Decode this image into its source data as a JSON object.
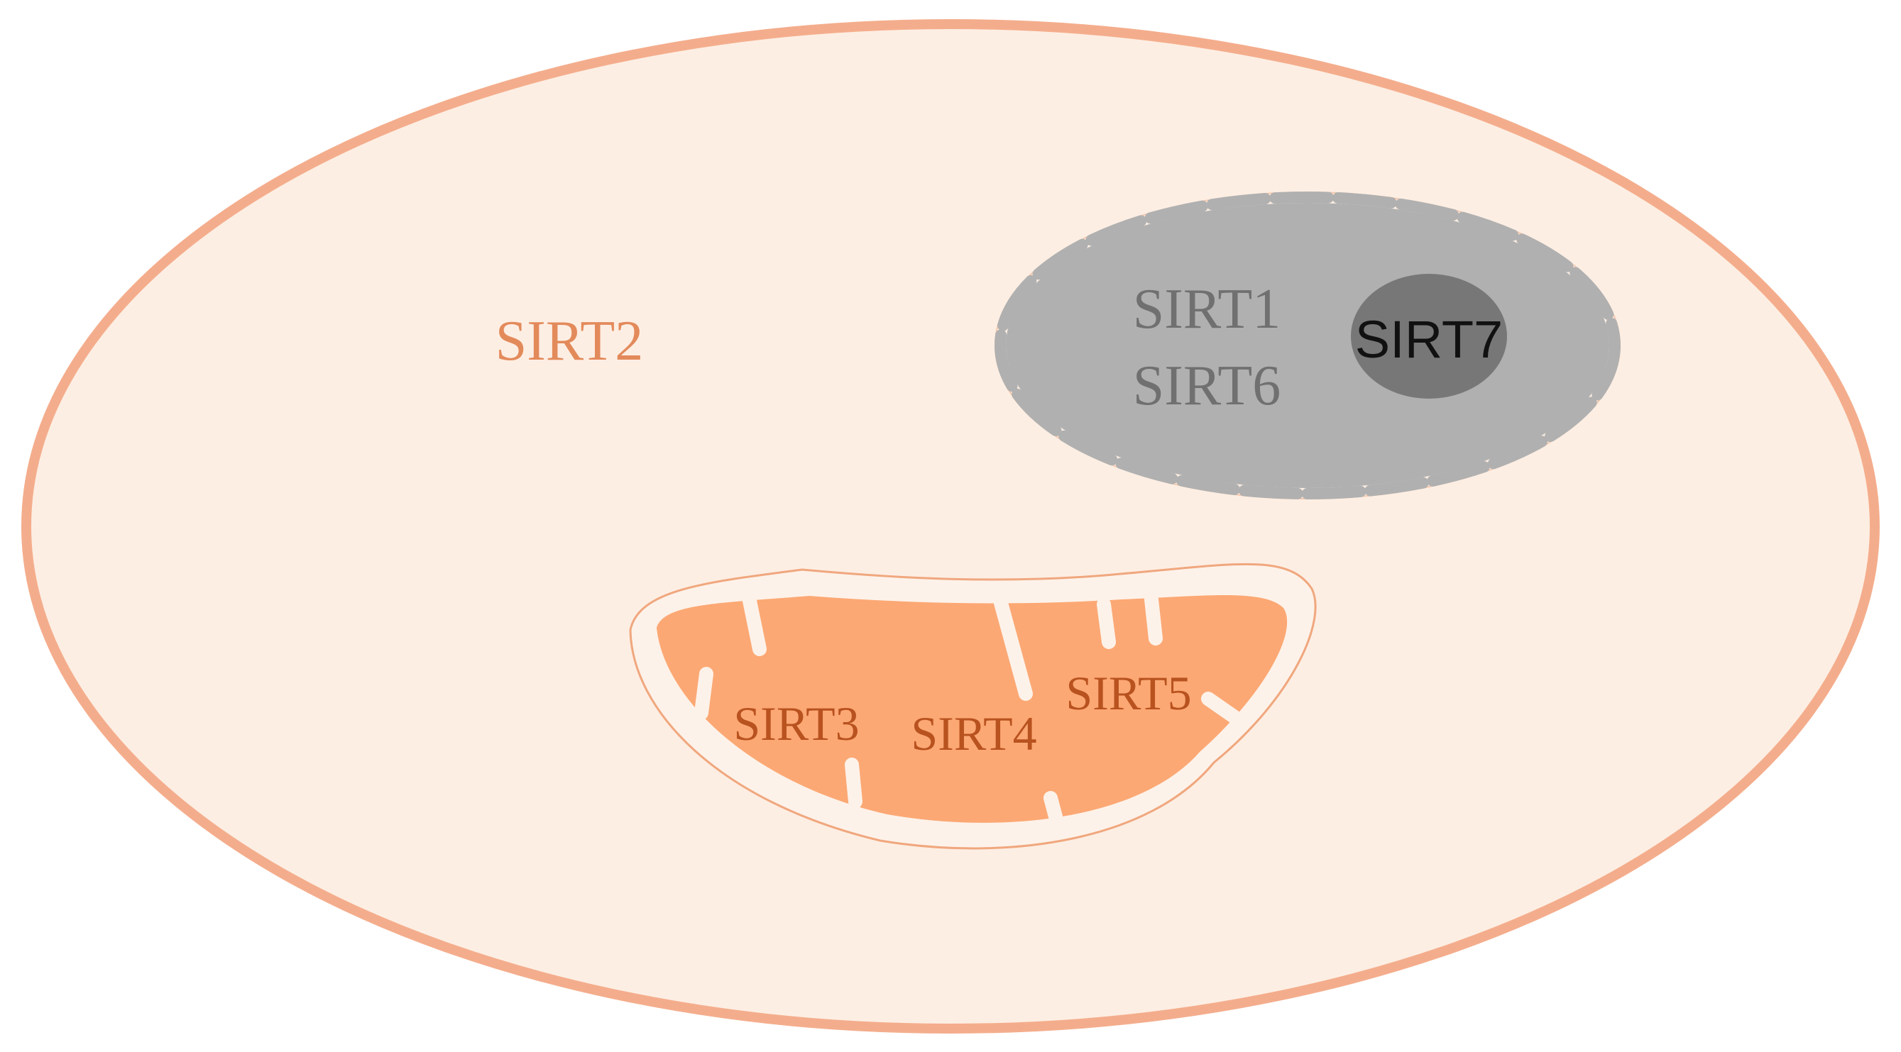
{
  "cytoplasm": {
    "label": "SIRT2",
    "colors": {
      "fill": "#fdeee3",
      "membrane": "#f4ad8c",
      "label": "#e38a5b"
    }
  },
  "nucleus": {
    "labels": [
      "SIRT1",
      "SIRT6"
    ],
    "colors": {
      "fill": "#b0b0b0",
      "envelope": "#fdeee3",
      "envelope_outline": "#f3c7ad",
      "label": "#707070"
    }
  },
  "nucleolus": {
    "label": "SIRT7",
    "colors": {
      "fill": "#777777",
      "label": "#111111"
    }
  },
  "mitochondrion": {
    "labels": [
      "SIRT3",
      "SIRT4",
      "SIRT5"
    ],
    "colors": {
      "matrix": "#fca874",
      "outer": "#fdf2e9",
      "outline": "#f0a77e",
      "label": "#b8521f"
    }
  }
}
